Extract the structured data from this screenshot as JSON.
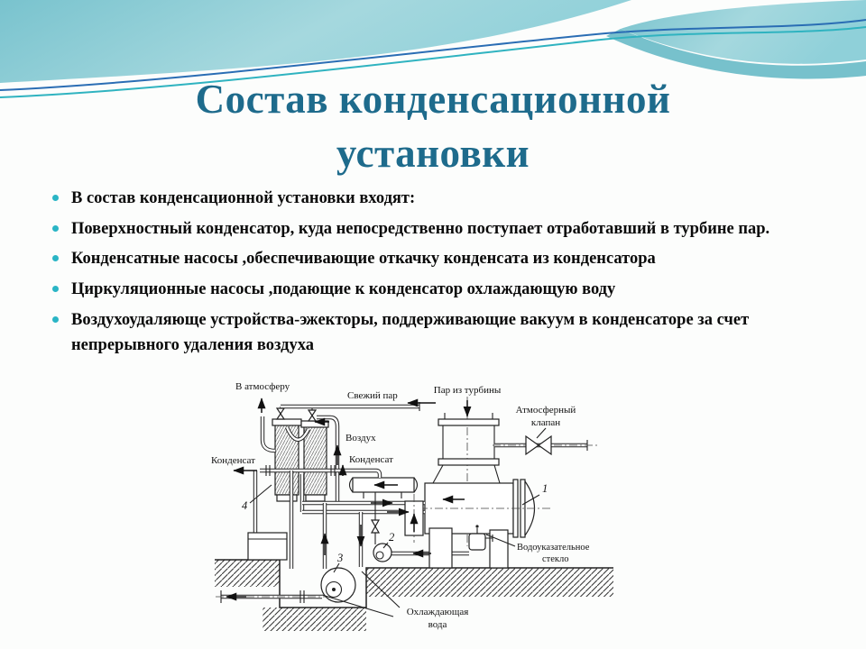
{
  "slide": {
    "title": {
      "line1": "Состав конденсационной",
      "line2": "установки"
    },
    "bullets": [
      {
        "text": "В состав конденсационной установки входят:"
      },
      {
        "text": "Поверхностный конденсатор, куда непосредственно поступает отработавший в турбине пар."
      },
      {
        "text": "Конденсатные насосы ,обеспечивающие откачку конденсата из конденсатора"
      },
      {
        "text": "Циркуляционные насосы ,подающие к конденсатор охлаждающую воду"
      },
      {
        "text": "Воздухоудаляюще устройства-эжекторы, поддерживающие вакуум в конденсаторе за счет непрерывного удаления воздуха"
      }
    ]
  },
  "diagram": {
    "labels": {
      "to_atmosphere": "В атмосферу",
      "fresh_steam": "Свежий пар",
      "steam_from_turbine": "Пар из турбины",
      "atmospheric_valve_l1": "Атмосферный",
      "atmospheric_valve_l2": "клапан",
      "air": "Воздух",
      "condensate_left": "Конденсат",
      "condensate_mid": "Конденсат",
      "water_gauge_l1": "Водоуказательное",
      "water_gauge_l2": "стекло",
      "cooling_water_l1": "Охлаждающая",
      "cooling_water_l2": "вода",
      "num1": "1",
      "num2": "2",
      "num3": "3",
      "num4": "4"
    }
  },
  "colors": {
    "title_text": "#1e6b8c",
    "bullet_marker": "#2ab5c5",
    "band_teal": "#7cc4cd",
    "band_teal_light": "#a5d8de",
    "swoosh_dark_teal": "#68bac7",
    "wave_line_blue": "#2a6db4",
    "wave_line_teal": "#2fb3c0",
    "diagram_ink": "#222222"
  }
}
